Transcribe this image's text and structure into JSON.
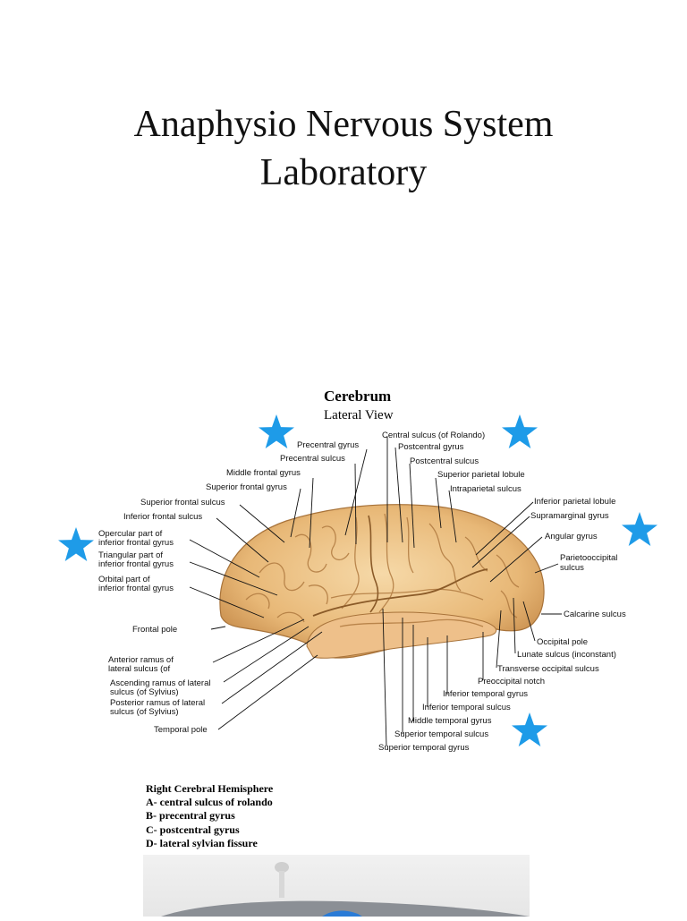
{
  "page": {
    "title_line1": "Anaphysio Nervous System",
    "title_line2": "Laboratory"
  },
  "figure": {
    "title": "Cerebrum",
    "subtitle": "Lateral View",
    "labels": {
      "central_sulcus": "Central sulcus (of Rolando)",
      "postcentral_gyrus": "Postcentral gyrus",
      "precentral_gyrus": "Precentral gyrus",
      "postcentral_sulcus": "Postcentral sulcus",
      "precentral_sulcus": "Precentral sulcus",
      "superior_parietal_lobule": "Superior parietal lobule",
      "middle_frontal_gyrus": "Middle frontal gyrus",
      "intraparietal_sulcus": "Intraparietal sulcus",
      "superior_frontal_gyrus": "Superior frontal gyrus",
      "inferior_parietal_lobule": "Inferior parietal lobule",
      "superior_frontal_sulcus": "Superior frontal sulcus",
      "supramarginal_gyrus": "Supramarginal gyrus",
      "inferior_frontal_sulcus": "Inferior frontal sulcus",
      "angular_gyrus": "Angular gyrus",
      "opercular_1": "Opercular part of",
      "opercular_2": "inferior frontal gyrus",
      "parietooccipital_1": "Parietooccipital",
      "parietooccipital_2": "sulcus",
      "triangular_1": "Triangular part of",
      "triangular_2": "inferior frontal gyrus",
      "orbital_1": "Orbital part of",
      "orbital_2": "inferior frontal gyrus",
      "calcarine_sulcus": "Calcarine sulcus",
      "frontal_pole": "Frontal pole",
      "occipital_pole": "Occipital pole",
      "lunate_sulcus": "Lunate sulcus (inconstant)",
      "anterior_ramus_1": "Anterior ramus of",
      "anterior_ramus_2": "lateral sulcus (of",
      "transverse_occipital_sulcus": "Transverse occipital sulcus",
      "preoccipital_notch": "Preoccipital notch",
      "ascending_ramus_1": "Ascending ramus of lateral",
      "ascending_ramus_2": "sulcus (of Sylvius)",
      "posterior_ramus_1": "Posterior ramus of lateral",
      "posterior_ramus_2": "sulcus (of Sylvius)",
      "inferior_temporal_gyrus": "Inferior temporal gyrus",
      "inferior_temporal_sulcus": "Inferior temporal sulcus",
      "temporal_pole": "Temporal pole",
      "middle_temporal_gyrus": "Middle temporal gyrus",
      "superior_temporal_sulcus": "Superior temporal sulcus",
      "superior_temporal_gyrus": "Superior temporal gyrus"
    },
    "star_color": "#1e9be8"
  },
  "caption": {
    "heading": "Right Cerebral Hemisphere",
    "items": [
      "A- central sulcus of rolando",
      "B- precentral gyrus",
      "C- postcentral gyrus",
      "D- lateral sylvian fissure"
    ]
  }
}
